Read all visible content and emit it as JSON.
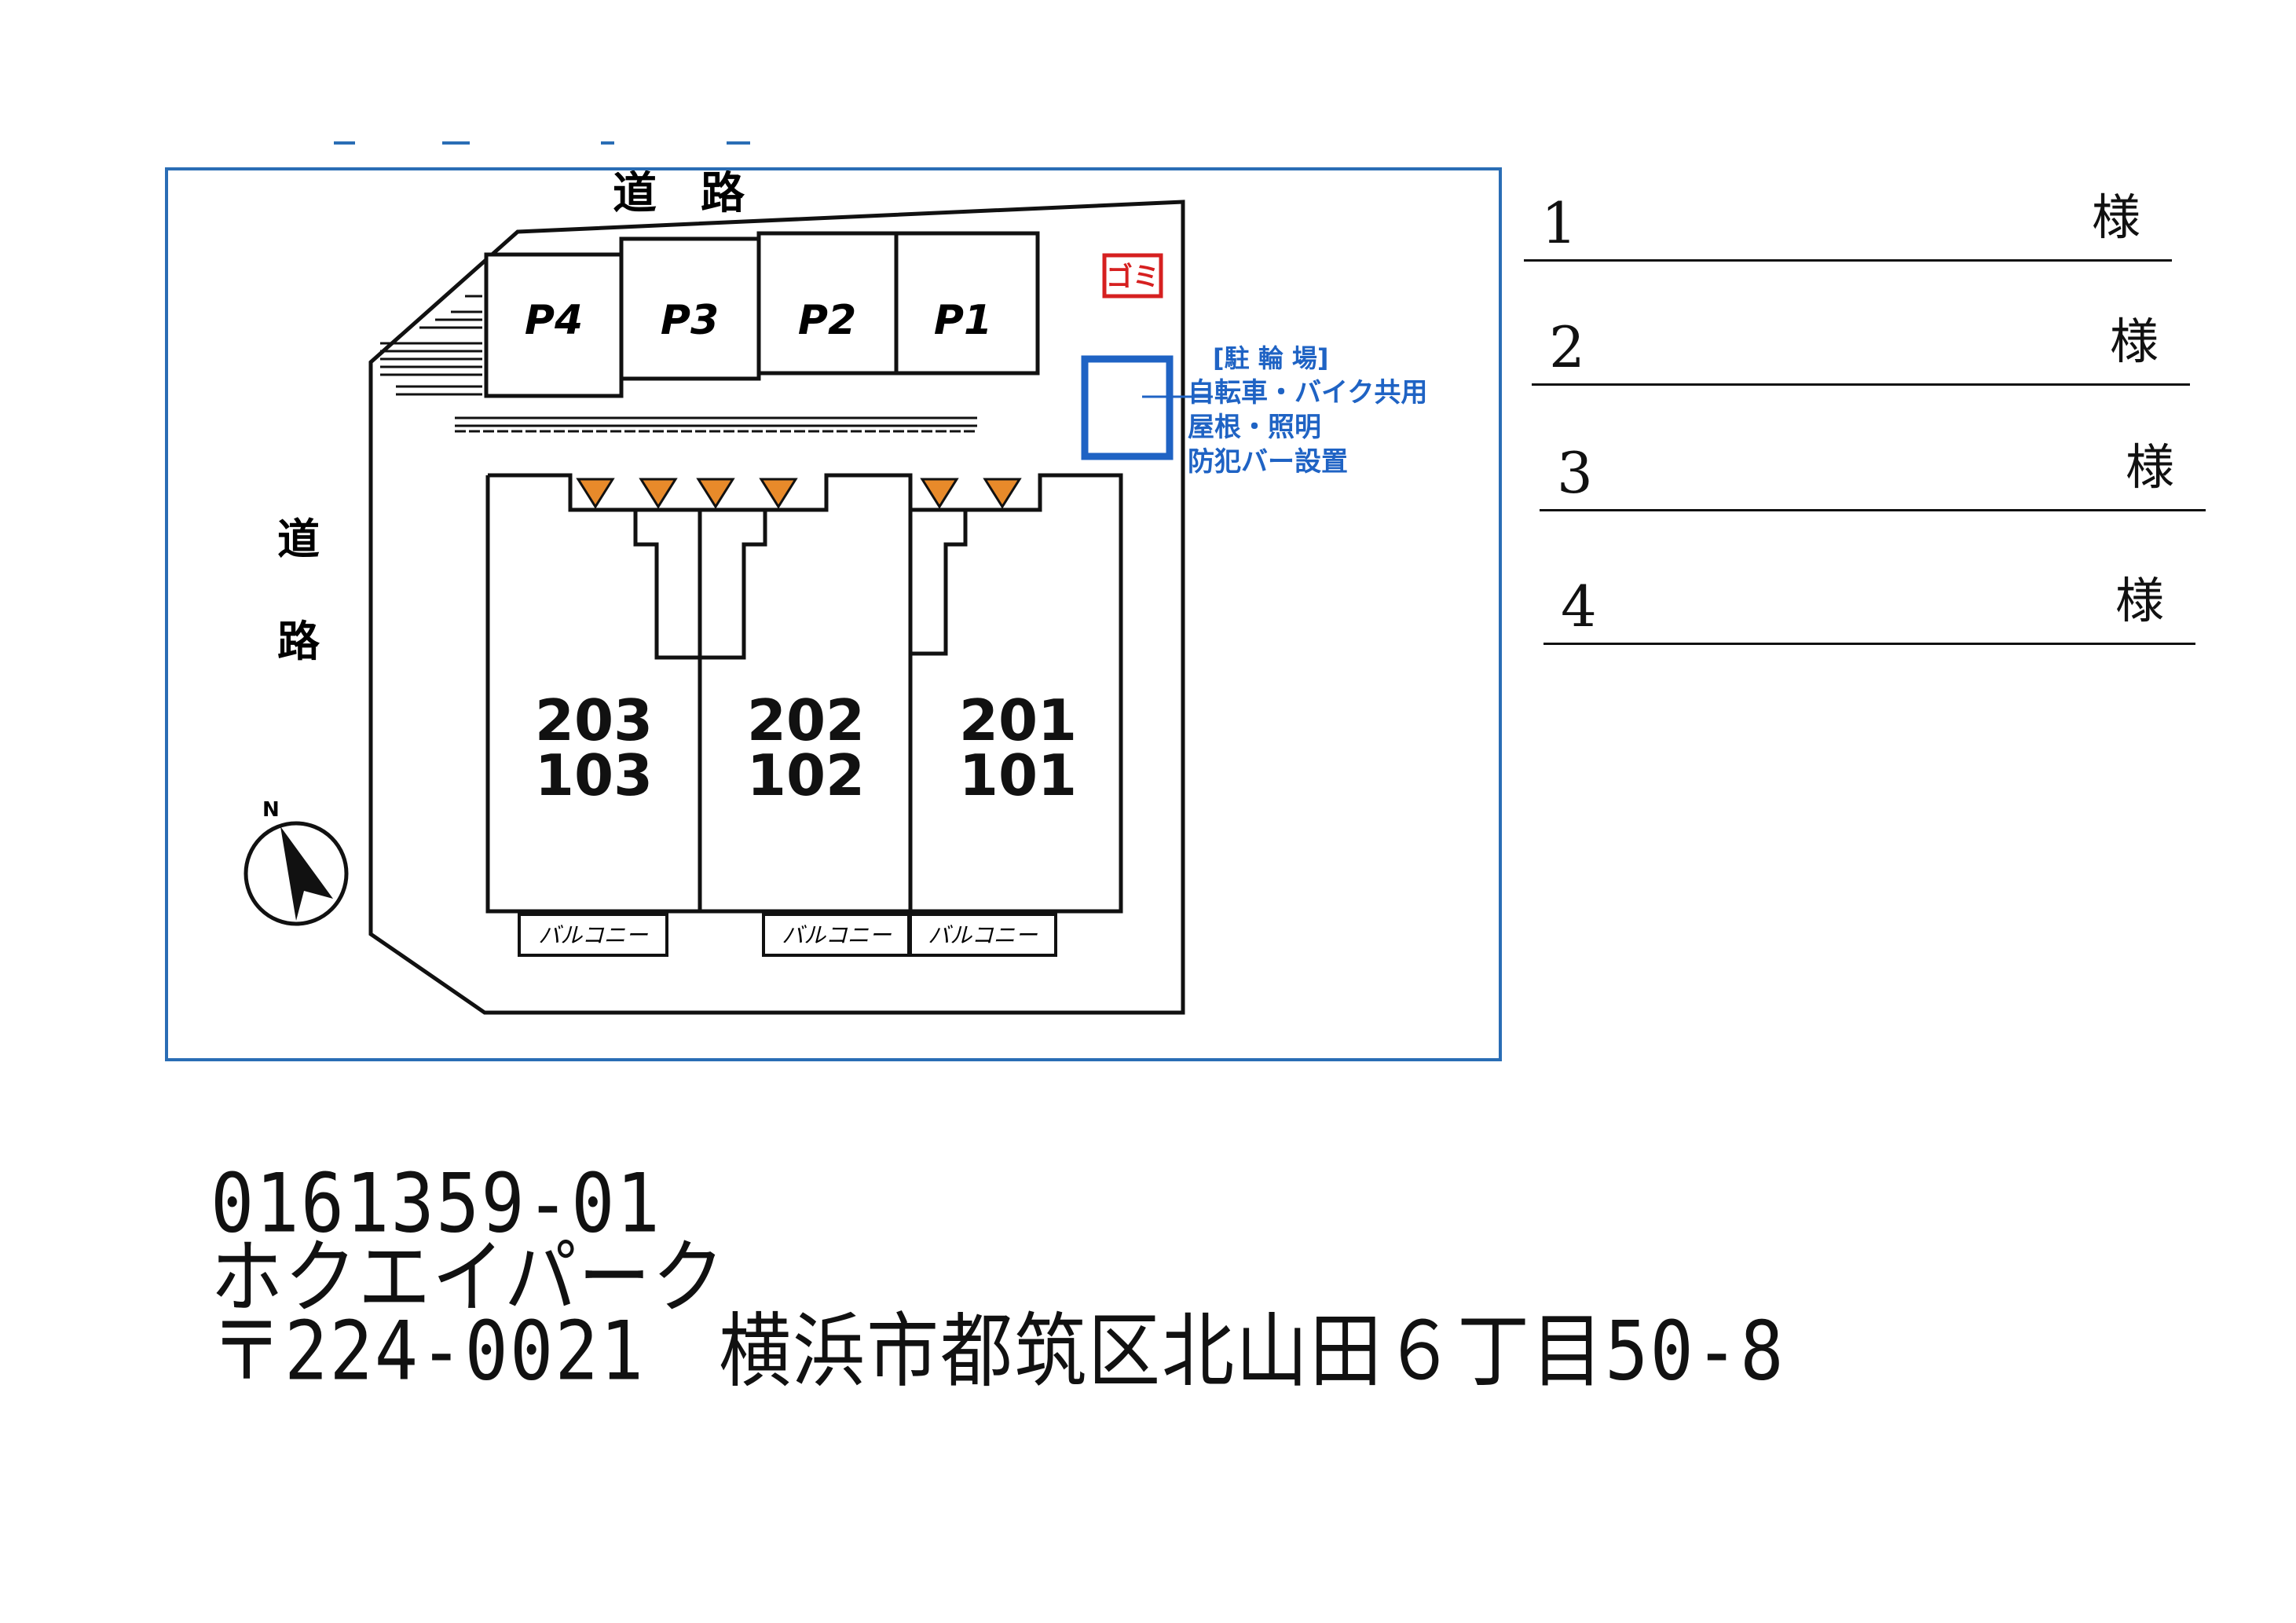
{
  "site_plan": {
    "road_top": "道　路",
    "road_left_1": "道",
    "road_left_2": "路",
    "parking": [
      "P4",
      "P3",
      "P2",
      "P1"
    ],
    "units": [
      {
        "upper": "203",
        "lower": "103"
      },
      {
        "upper": "202",
        "lower": "102"
      },
      {
        "upper": "201",
        "lower": "101"
      }
    ],
    "balcony_label": "バルコニー",
    "garbage_label": "ゴミ",
    "bicycle_parking": {
      "title": "[駐 輪 場]",
      "lines": [
        "自転車・バイク共用",
        "屋根・照明",
        "防犯バー設置"
      ]
    },
    "north_mark": "N",
    "colors": {
      "frame": "#2a6db5",
      "bike": "#1f63c4",
      "garbage": "#d62020",
      "entrance": "#e88a2a"
    }
  },
  "recipients": [
    {
      "number": "1",
      "suffix": "様"
    },
    {
      "number": "2",
      "suffix": "様"
    },
    {
      "number": "3",
      "suffix": "様"
    },
    {
      "number": "4",
      "suffix": "様"
    }
  ],
  "footer": {
    "code": "0161359-01",
    "name": "ホクエイパーク",
    "address": "〒224-0021　横浜市都筑区北山田６丁目50-8"
  }
}
